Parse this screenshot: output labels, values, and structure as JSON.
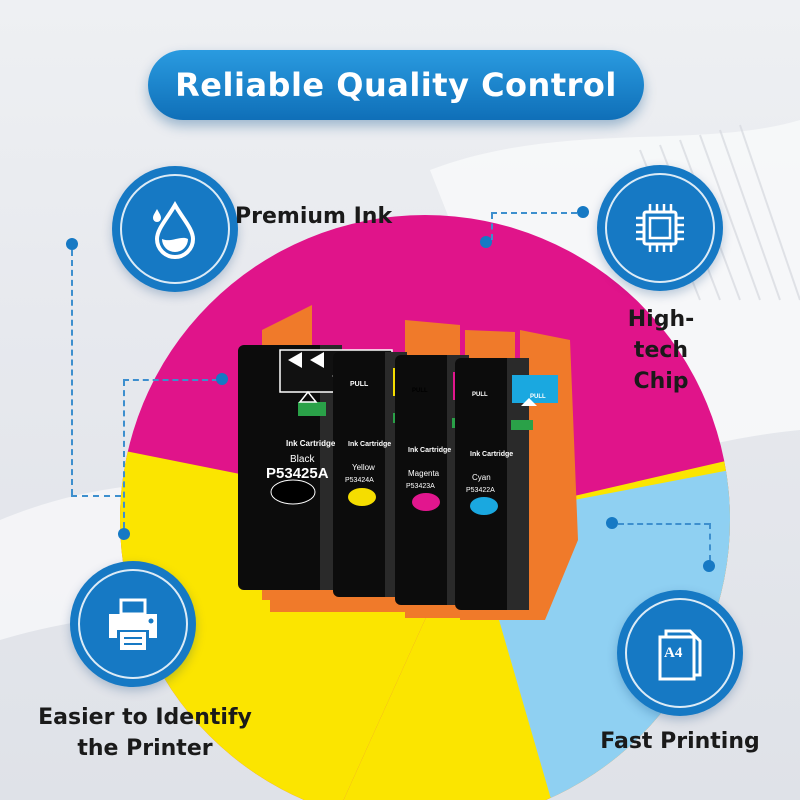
{
  "title": "Reliable Quality Control",
  "features": {
    "premium_ink": "Premium Ink",
    "high_tech_chip": "High-tech Chip",
    "easier_identify": "Easier to Identify the Printer",
    "fast_printing": "Fast Printing"
  },
  "cartridges": [
    {
      "color_name": "Black",
      "code": "P53425A",
      "ink": "Ink Cartridge",
      "pull": "PULL",
      "hex": "#000000"
    },
    {
      "color_name": "Yellow",
      "code": "P53424A",
      "ink": "Ink Cartridge",
      "pull": "PULL",
      "hex": "#f5dd00"
    },
    {
      "color_name": "Magenta",
      "code": "P53423A",
      "ink": "Ink Cartridge",
      "pull": "PULL",
      "hex": "#e2168e"
    },
    {
      "color_name": "Cyan",
      "code": "P53422A",
      "ink": "Ink Cartridge",
      "pull": "PULL",
      "hex": "#1aa8e0"
    }
  ],
  "icons": {
    "ink": "ink-drop-icon",
    "chip": "chip-icon",
    "printer": "printer-icon",
    "paper": "a4-paper-icon",
    "a4_text": "A4"
  },
  "colors": {
    "brand_blue": "#1679c4",
    "magenta": "#e0148a",
    "yellow": "#fbe500",
    "cyan": "#8fd0f2",
    "cartridge_orange": "#f07a2a"
  }
}
